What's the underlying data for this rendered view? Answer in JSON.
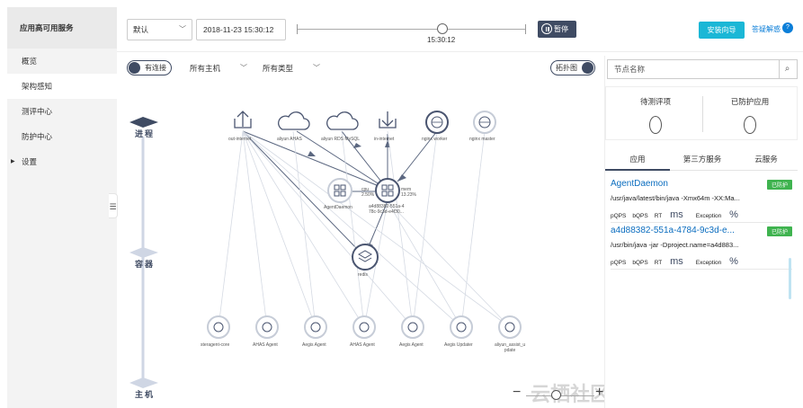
{
  "sidebar": {
    "brand": "应用高可用服务",
    "items": [
      {
        "label": "概览"
      },
      {
        "label": "架构感知"
      },
      {
        "label": "测评中心"
      },
      {
        "label": "防护中心"
      },
      {
        "label": "设置"
      }
    ]
  },
  "topbar": {
    "env_select": "默认",
    "datetime": "2018-11-23 15:30:12",
    "timeline_label": "15:30:12",
    "pause_label": "暂停",
    "install_label": "安装向导",
    "faq_label": "答疑解惑"
  },
  "toolbar": {
    "connected_toggle": "有连接",
    "host_filter": "所有主机",
    "type_filter": "所有类型",
    "topology_toggle": "拓扑图"
  },
  "graph": {
    "lanes": {
      "process": "进程",
      "container": "容器",
      "host": "主机"
    },
    "nodes": {
      "out_internet": "out-internet",
      "aliyun_ahas": "aliyun AHAS",
      "aliyun_rds": "aliyun RDS MySQL",
      "in_internet": "in-internet",
      "nginx_worker": "nginx worker",
      "nginx_master": "nginx master",
      "agent_daemon": "AgentDaemon",
      "center_id": "a4d88382-551a-4",
      "center_id2": "78c-9c3d-e4f30...",
      "cpu_label": "cpu",
      "cpu_value": "2.50%",
      "mem_label": "mem",
      "mem_value": "13.23%",
      "redis": "redis",
      "host1": "steragent-core",
      "host2": "AHAS Agent",
      "host3": "Aegis Agent",
      "host4": "AHAS Agent",
      "host5": "Aegis Agent",
      "host6": "Aegis Updater",
      "host7a": "aliyun_assist_u",
      "host7b": "pdate"
    }
  },
  "watermark": "云栖社区 yq.aliyun.com",
  "right_panel": {
    "search_placeholder": "节点名称",
    "stats": {
      "pending_label": "待测评项",
      "protected_label": "已防护应用"
    },
    "tabs": [
      "应用",
      "第三方服务",
      "云服务"
    ],
    "apps": [
      {
        "name": "AgentDaemon",
        "badge": "已防护",
        "cmd": "/usr/java/latest/bin/java -Xmx64m -XX:Ma...",
        "pqps": "pQPS",
        "bqps": "bQPS",
        "rt": "RT",
        "ms": "ms",
        "exc": "Exception",
        "pct": "%"
      },
      {
        "name": "a4d88382-551a-4784-9c3d-e...",
        "badge": "已防护",
        "cmd": "/usr/bin/java -jar -Dproject.name=a4d883...",
        "pqps": "pQPS",
        "bqps": "bQPS",
        "rt": "RT",
        "ms": "ms",
        "exc": "Exception",
        "pct": "%"
      }
    ]
  },
  "colors": {
    "accent": "#3f4b63",
    "install": "#1bb7d6",
    "link": "#0b6dbf",
    "badge": "#3fb34f"
  }
}
